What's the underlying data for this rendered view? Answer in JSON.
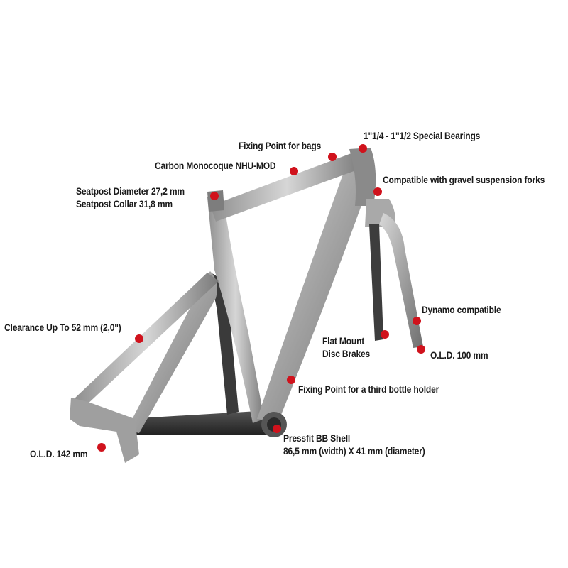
{
  "accent_color": "#d0121c",
  "frame_color": "#9a9a9a",
  "annotations": {
    "bearings": "1\"1/4 - 1\"1/2 Special Bearings",
    "bags": "Fixing Point for bags",
    "carbon": "Carbon Monocoque NHU-MOD",
    "seatpost_diameter": "Seatpost Diameter 27,2 mm",
    "seatpost_collar": "Seatpost Collar 31,8 mm",
    "gravel_fork": "Compatible with gravel suspension forks",
    "dynamo": "Dynamo compatible",
    "flat_mount_1": "Flat Mount",
    "flat_mount_2": "Disc Brakes",
    "old_front": "O.L.D. 100 mm",
    "clearance": "Clearance Up To 52 mm (2,0\")",
    "bottle": "Fixing Point for a third bottle holder",
    "bb_shell_1": "Pressfit BB Shell",
    "bb_shell_2": "86,5 mm (width) X 41 mm (diameter)",
    "old_rear": "O.L.D. 142 mm"
  }
}
